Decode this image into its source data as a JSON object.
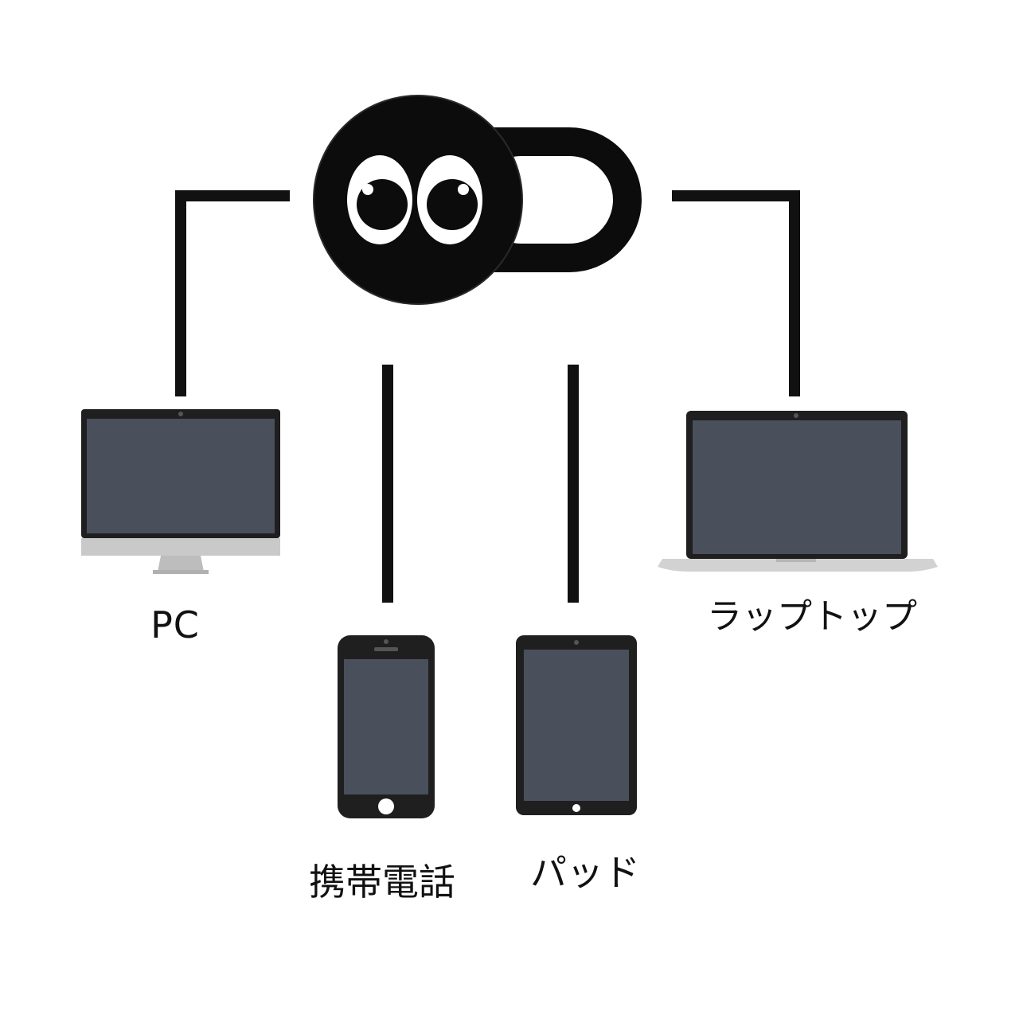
{
  "labels": {
    "pc": "PC",
    "phone": "携帯電話",
    "pad": "パッド",
    "laptop": "ラップトップ"
  },
  "colors": {
    "background": "#ffffff",
    "line": "#111111",
    "cover": "#0c0c0c",
    "screen": "#4a4f5c",
    "device_frame": "#1f1f1f",
    "stand": "#c9c9c9"
  },
  "icons": [
    "webcam-cover-icon",
    "monitor-icon",
    "smartphone-icon",
    "tablet-icon",
    "laptop-icon"
  ]
}
